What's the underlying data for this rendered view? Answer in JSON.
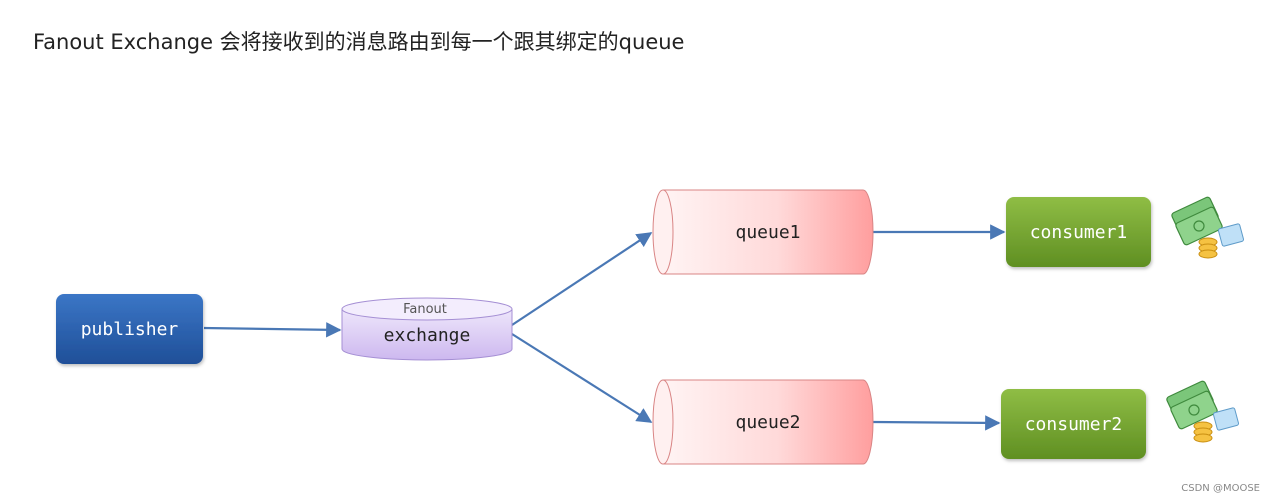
{
  "title": "Fanout Exchange 会将接收到的消息路由到每一个跟其绑定的queue",
  "nodes": {
    "publisher": {
      "label": "publisher"
    },
    "exchange": {
      "type_label": "Fanout",
      "label": "exchange"
    },
    "queue1": {
      "label": "queue1"
    },
    "queue2": {
      "label": "queue2"
    },
    "consumer1": {
      "label": "consumer1"
    },
    "consumer2": {
      "label": "consumer2"
    }
  },
  "icons": {
    "consumer1": "money-icon",
    "consumer2": "money-icon"
  },
  "colors": {
    "publisher": "#2f67b5",
    "exchange": "#ddd0f5",
    "queue": "#ffc8c8",
    "consumer": "#7aaa35",
    "arrow": "#4a78b5"
  },
  "watermark": "CSDN @MOOSE"
}
